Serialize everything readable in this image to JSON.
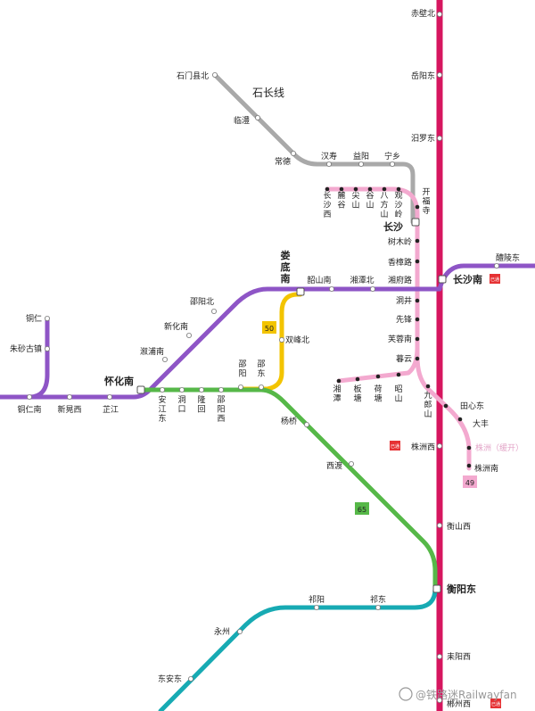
{
  "colors": {
    "jingguang": "#d6165f",
    "shichang": "#a9a9a9",
    "intercity": "#f3a9cf",
    "huchangkun": "#8e55c6",
    "line50": "#f3c400",
    "line65": "#56b848",
    "line_teal": "#17aab3",
    "station_fill": "#ffffff",
    "dot": "#222222"
  },
  "line_names": {
    "shichang": "石长线",
    "line50": "50",
    "line65": "65",
    "line49": "49"
  },
  "stations": {
    "chibibei": "赤壁北",
    "yueyangdong": "岳阳东",
    "miluodong": "汨罗东",
    "shimenxianbei": "石门县北",
    "linli": "临澧",
    "changde": "常德",
    "hanshou": "汉寿",
    "yiyang": "益阳",
    "ningxiang": "宁乡",
    "changshaxi": "长沙西",
    "lugu": "麓谷",
    "jianshan": "尖山",
    "gushan": "谷山",
    "bafangshan": "八方山",
    "guanshaling": "观沙岭",
    "kaifusi": "开福寺",
    "changsha": "长沙",
    "shumuling": "树木岭",
    "xiangzhanglu": "香樟路",
    "xiangfulu": "湘府路",
    "dongjing": "洞井",
    "xianfeng": "先锋",
    "furongnan": "芙蓉南",
    "muyun": "暮云",
    "jiulangshan": "九郎山",
    "changshanan": "长沙南",
    "lilingdong": "醴陵东",
    "loudinan": "娄底南",
    "shaoshannan": "韶山南",
    "xiangtanbei": "湘潭北",
    "shaoyangbei": "邵阳北",
    "shuangfengbei": "双峰北",
    "xinhuanan": "新化南",
    "xupunan": "溆浦南",
    "huaihuanan": "怀化南",
    "tongren": "铜仁",
    "zhushaguzhen": "朱砂古镇",
    "tongrennan": "铜仁南",
    "xinhuangxi": "新晃西",
    "zhijiang": "芷江",
    "anjiangdong": "安江东",
    "dongkou": "洞口",
    "longhui": "隆回",
    "shaoyangxi": "邵阳西",
    "shaoyang": "邵阳",
    "shaodong": "邵东",
    "xiangtan": "湘潭",
    "bantang": "板塘",
    "hetang": "荷塘",
    "zhaoshan": "昭山",
    "tianxindong": "田心东",
    "dafeng": "大丰",
    "zhuzhou": "株洲（缓开）",
    "zhuzhounan": "株洲南",
    "zhuzhouxi": "株洲西",
    "yangqiao": "杨桥",
    "xidu": "西渡",
    "hengshanxi": "衡山西",
    "hengyangdong": "衡阳东",
    "qiyang": "祁阳",
    "qidong": "祁东",
    "yongzhou": "永州",
    "dongandong": "东安东",
    "leiyangxi": "耒阳西",
    "chenzhouxi": "郴州西"
  },
  "badges": {
    "changshanan": "已通",
    "zhuzhouxi": "已通",
    "chenzhouxi": "已通"
  },
  "watermark": "@铁路迷Railwayfan"
}
